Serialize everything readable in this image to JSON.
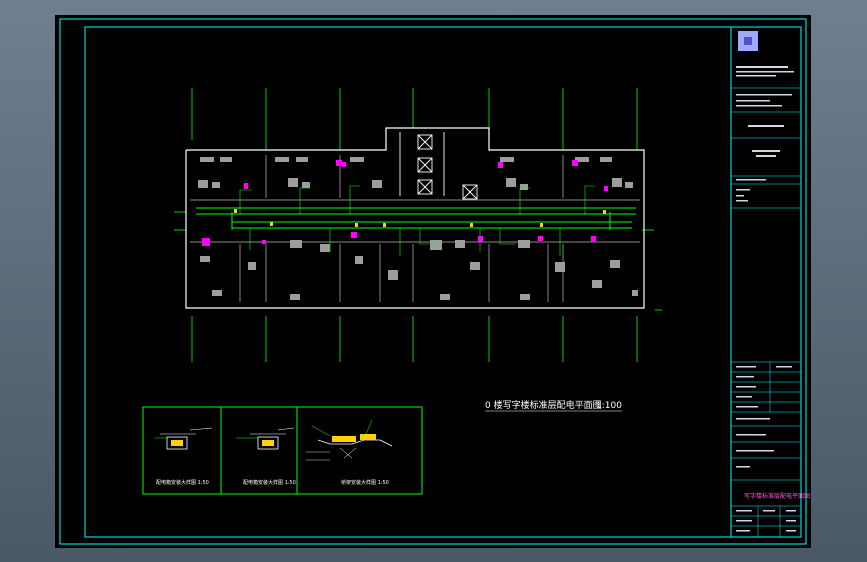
{
  "drawing": {
    "main_title": "0 楼写字楼标准层配电平面图",
    "scale": "1:100",
    "detail_captions": [
      "配电箱安装大样图 1:50",
      "配电箱安装大样图 1:50",
      "桥架安装大样图 1:50"
    ]
  },
  "title_block": {
    "project_title": "写字楼标准层配电平面图"
  },
  "colors": {
    "background": "#000000",
    "frame": "#00ffff",
    "walls": "#ffffff",
    "axis": "#00ff00",
    "cable_tray": "#00ff00",
    "equipment": "#ff00ff",
    "furniture": "#bdbdbd",
    "panel_fill": "#ffd200"
  }
}
